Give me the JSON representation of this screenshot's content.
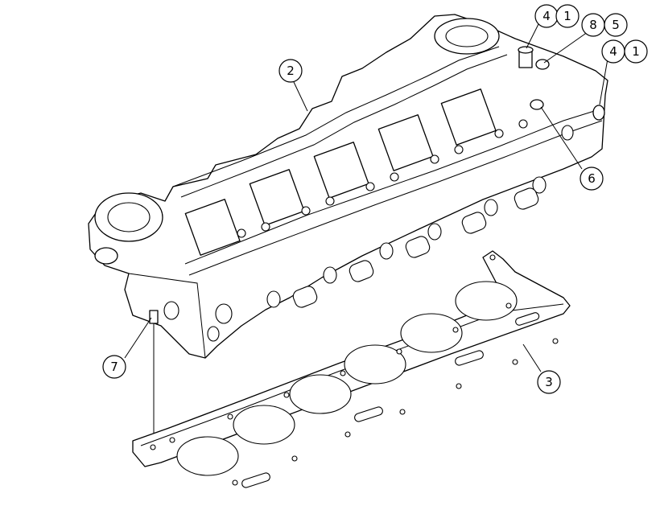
{
  "callouts": {
    "c1a": "1",
    "c1b": "1",
    "c2": "2",
    "c3": "3",
    "c4a": "4",
    "c4b": "4",
    "c5": "5",
    "c6": "6",
    "c7": "7",
    "c8": "8"
  },
  "parts": [
    "cylinder-head",
    "cylinder-head-gasket",
    "bolt",
    "plug",
    "dowel"
  ]
}
